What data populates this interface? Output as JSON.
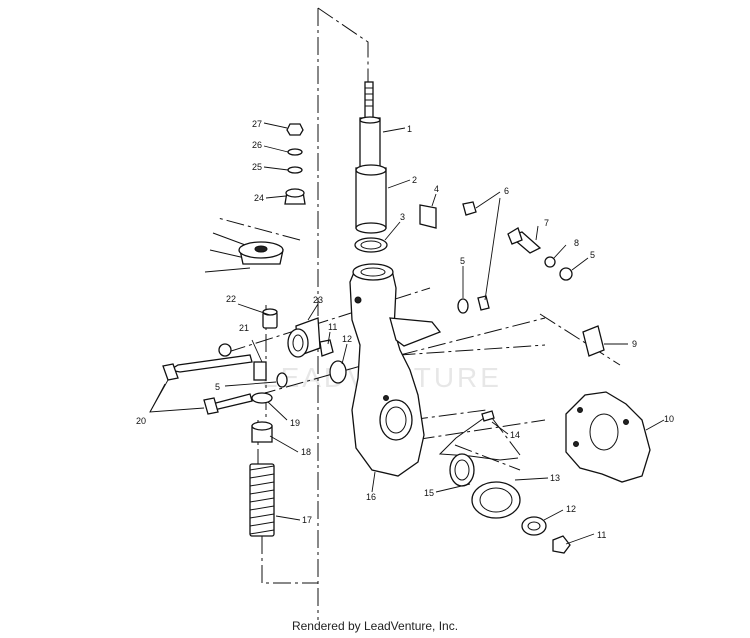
{
  "labels": {
    "p1": "1",
    "p2": "2",
    "p3": "3",
    "p4": "4",
    "p5a": "5",
    "p5b": "5",
    "p5c": "5",
    "p6": "6",
    "p7": "7",
    "p8": "8",
    "p9": "9",
    "p10": "10",
    "p11a": "11",
    "p11b": "11",
    "p12a": "12",
    "p12b": "12",
    "p13": "13",
    "p14": "14",
    "p15": "15",
    "p16": "16",
    "p17": "17",
    "p18": "18",
    "p19": "19",
    "p20": "20",
    "p21": "21",
    "p22": "22",
    "p23": "23",
    "p24": "24",
    "p25": "25",
    "p26": "26",
    "p27": "27"
  },
  "watermark": "LEADVENTURE",
  "footer": "Rendered by LeadVenture, Inc."
}
